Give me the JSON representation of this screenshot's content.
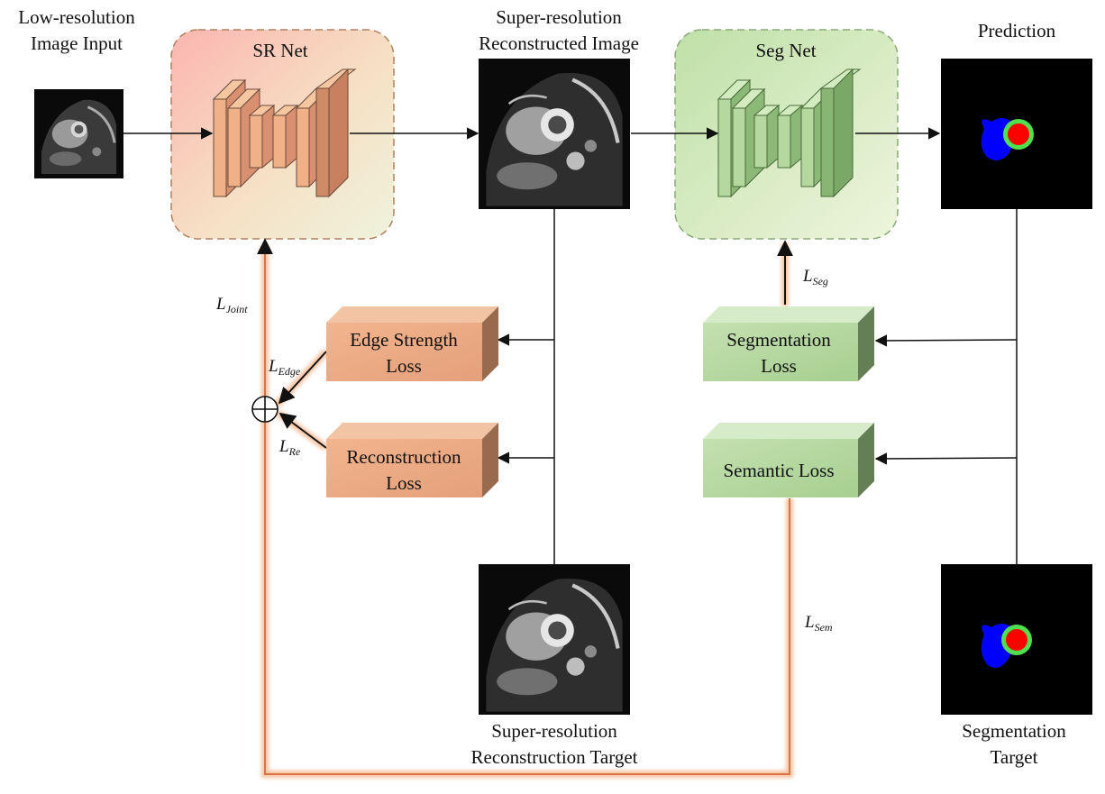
{
  "nodes": {
    "lr_input": {
      "lines": [
        "Low-resolution",
        "Image Input"
      ]
    },
    "sr_net": {
      "label": "SR Net"
    },
    "sr_image": {
      "lines": [
        "Super-resolution",
        "Reconstructed Image"
      ]
    },
    "seg_net": {
      "label": "Seg Net"
    },
    "prediction": {
      "label": "Prediction"
    },
    "sr_target": {
      "lines": [
        "Super-resolution",
        "Reconstruction Target"
      ]
    },
    "seg_target": {
      "lines": [
        "Segmentation",
        "Target"
      ]
    }
  },
  "losses": {
    "edge": {
      "lines": [
        "Edge Strength",
        "Loss"
      ]
    },
    "reconstruction": {
      "lines": [
        "Reconstruction",
        "Loss"
      ]
    },
    "segmentation": {
      "lines": [
        "Segmentation",
        "Loss"
      ]
    },
    "semantic": {
      "lines": [
        "Semantic Loss"
      ]
    }
  },
  "symbols": {
    "joint": {
      "base": "L",
      "sub": "Joint"
    },
    "edge": {
      "base": "L",
      "sub": "Edge"
    },
    "re": {
      "base": "L",
      "sub": "Re"
    },
    "seg": {
      "base": "L",
      "sub": "Seg"
    },
    "sem": {
      "base": "L",
      "sub": "Sem"
    }
  },
  "colors": {
    "sr_orange": "#e9a37a",
    "seg_green": "#93c47d",
    "loss_highlight": "#f0a070",
    "seg_red": "#ff0000",
    "seg_green_ring": "#4ee04e",
    "seg_blue": "#0000ff"
  }
}
